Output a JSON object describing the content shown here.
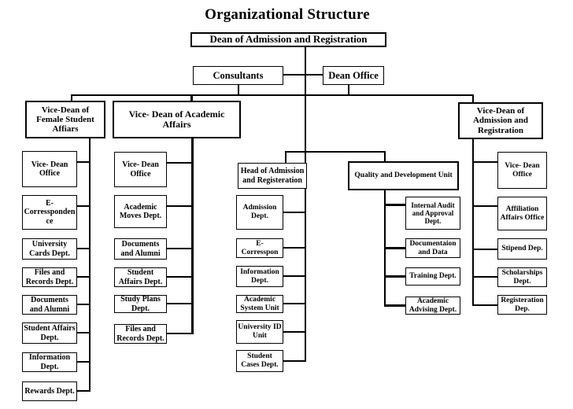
{
  "title": "Organizational Structure",
  "colors": {
    "line": "#000000",
    "background": "#ffffff",
    "text": "#000000"
  },
  "nodes": {
    "dean": {
      "label": "Dean of Admission and Registration"
    },
    "consultants": {
      "label": "Consultants"
    },
    "dean_office": {
      "label": "Dean Office"
    },
    "vd_female": {
      "label": "Vice-Dean of Female Student Affiars"
    },
    "vd_academic": {
      "label": "Vice- Dean of Academic Affairs"
    },
    "vd_admission": {
      "label": "Vice-Dean of Admission and Registration"
    },
    "c1_vd_office": {
      "label": "Vice- Dean Office"
    },
    "c1_ecorr": {
      "label": "E-Corresspondence"
    },
    "c1_univ_cards": {
      "label": "University Cards Dept."
    },
    "c1_files": {
      "label": "Files and Records Dept."
    },
    "c1_docs": {
      "label": "Documents and Alumni"
    },
    "c1_student": {
      "label": "Student Affairs Dept."
    },
    "c1_info": {
      "label": "Information Dept."
    },
    "c1_rewards": {
      "label": "Rewards Dept."
    },
    "c2_vd_office": {
      "label": "Vice- Dean Office"
    },
    "c2_acad_moves": {
      "label": "Academic Moves Dept."
    },
    "c2_docs": {
      "label": "Documents and Alumni"
    },
    "c2_student": {
      "label": "Student Affairs Dept."
    },
    "c2_study": {
      "label": "Study Plans Dept."
    },
    "c2_files": {
      "label": "Files and Records Dept."
    },
    "head_adm": {
      "label": "Head of Admission and Registeration"
    },
    "m_admission": {
      "label": "Admission Dept."
    },
    "m_ecorr": {
      "label": "E-Corresspon"
    },
    "m_info": {
      "label": "Information Dept."
    },
    "m_acad_sys": {
      "label": "Academic System Unit"
    },
    "m_univ_id": {
      "label": "University ID Unit"
    },
    "m_cases": {
      "label": "Student Cases Dept."
    },
    "quality": {
      "label": "Quality and Development Unit"
    },
    "q_internal": {
      "label": "Internal Audit and Approval Dept."
    },
    "q_doc": {
      "label": "Documentaion and Data"
    },
    "q_training": {
      "label": "Training Dept."
    },
    "q_advising": {
      "label": "Academic Advising Dept."
    },
    "r_vd_office": {
      "label": "Vice- Dean Office"
    },
    "r_affiliation": {
      "label": "Affiliation Affairs Office"
    },
    "r_stipend": {
      "label": "Stipend Dep."
    },
    "r_scholar": {
      "label": "Scholarships Dept."
    },
    "r_regist": {
      "label": "Registeration Dep."
    }
  }
}
